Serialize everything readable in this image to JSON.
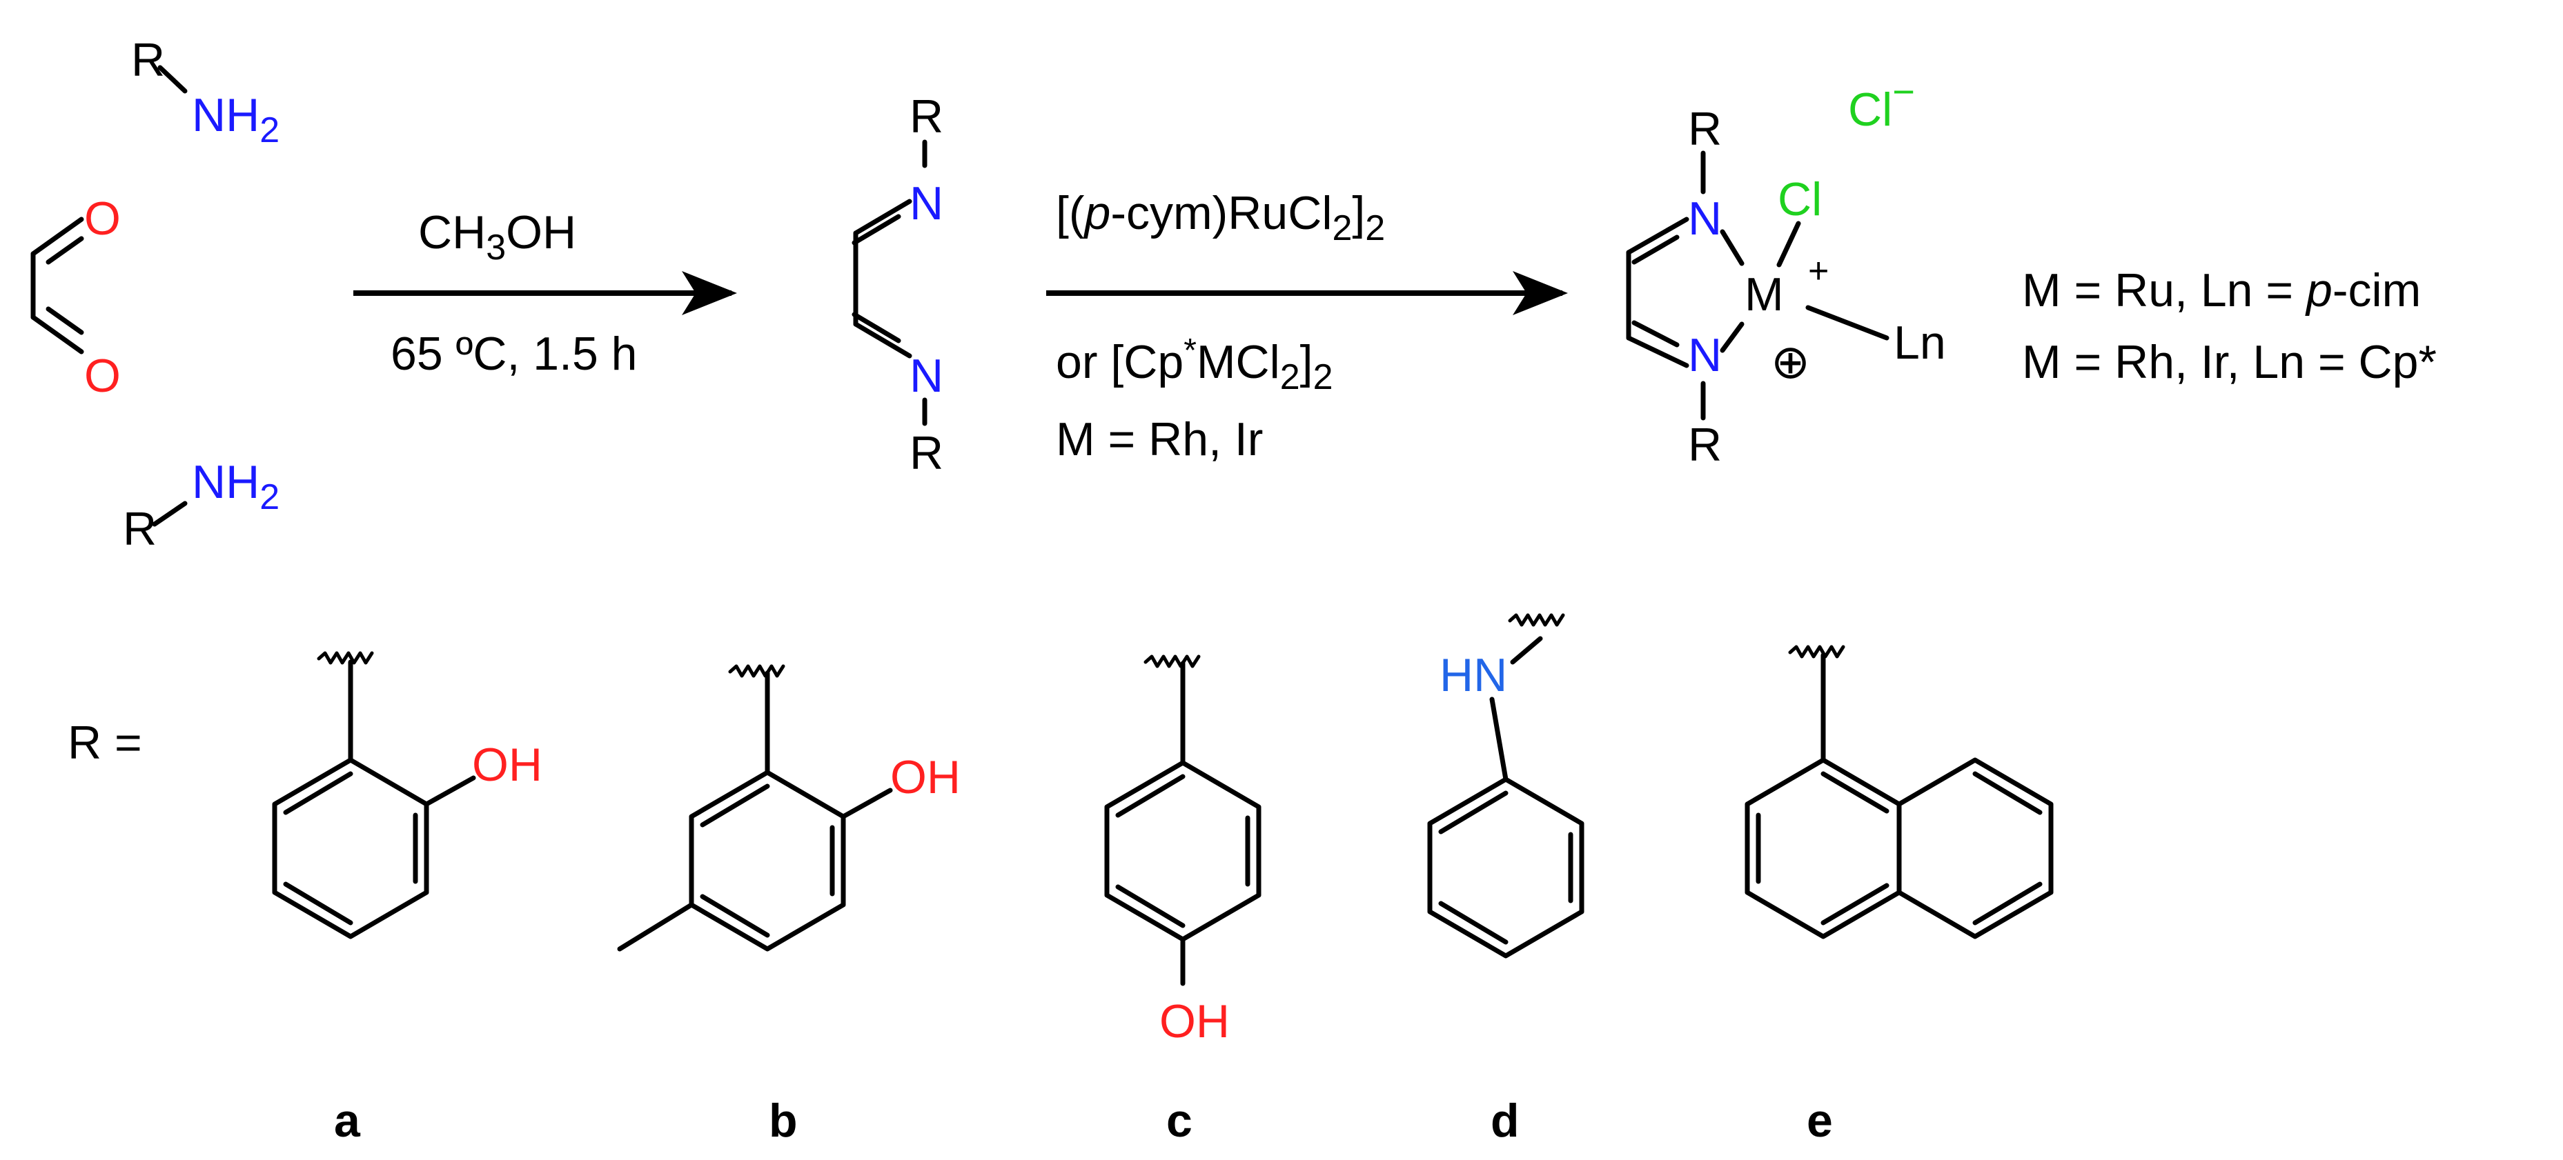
{
  "colors": {
    "nitrogen": "#1a1aff",
    "oxygen": "#ff2020",
    "chlorine": "#1fd11f",
    "nh_label": "#2266e8",
    "bond": "#000000"
  },
  "atoms": {
    "R": "R",
    "NH": "NH",
    "sub2": "2",
    "O": "O",
    "N": "N",
    "M": "M",
    "Cl": "Cl",
    "plus": "+",
    "minus": "−",
    "oplus": "⊕",
    "Ln": "Ln",
    "OH": "OH",
    "HN": "HN"
  },
  "step1": {
    "reagent_main": "CH",
    "reagent_sub": "3",
    "reagent_end": "OH",
    "conditions": "65 ºC, 1.5 h"
  },
  "step2": {
    "line1_a": "[(",
    "line1_italic": "p",
    "line1_b": "-cym)RuCl",
    "line1_sub1": "2",
    "line1_c": "]",
    "line1_sub2": "2",
    "line2_a": "or [Cp",
    "line2_sup": "*",
    "line2_b": "MCl",
    "line2_sub1": "2",
    "line2_c": "]",
    "line2_sub2": "2",
    "line3": "M = Rh, Ir"
  },
  "legend": {
    "line1_a": "M = Ru, Ln = ",
    "line1_italic": "p",
    "line1_b": "-cim",
    "line2": "M = Rh, Ir, Ln = Cp*"
  },
  "r_label": "R =",
  "substituents": [
    "a",
    "b",
    "c",
    "d",
    "e"
  ]
}
